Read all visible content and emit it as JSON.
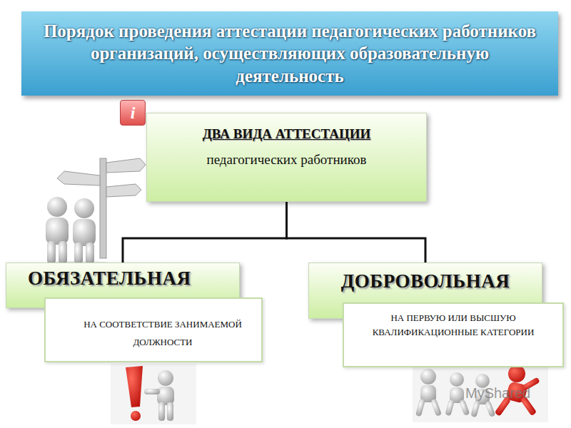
{
  "diagram": {
    "title": "Порядок проведения аттестации педагогических работников организаций, осуществляющих образовательную деятельность",
    "nodes": [
      {
        "text": [
          "ДВА ВИДА АТТЕСТАЦИИ",
          "педагогических работников"
        ]
      },
      {
        "text": [
          "ОБЯЗАТЕЛЬНАЯ"
        ]
      },
      {
        "text": [
          "НА СООТВЕТСТВИЕ ЗАНИМАЕМОЙ ДОЛЖНОСТИ"
        ]
      },
      {
        "text": [
          "ДОБРОВОЛЬНАЯ"
        ]
      },
      {
        "text": [
          "НА ПЕРВУЮ ИЛИ ВЫСШУЮ КВАЛИФИКАЦИОННЫЕ КАТЕГОРИИ"
        ]
      }
    ],
    "edges": [
      {
        "from": 0,
        "to": 1,
        "arrow": "none"
      },
      {
        "from": 0,
        "to": 3,
        "arrow": "none"
      }
    ],
    "labels": [
      "i",
      "MyShared"
    ]
  }
}
